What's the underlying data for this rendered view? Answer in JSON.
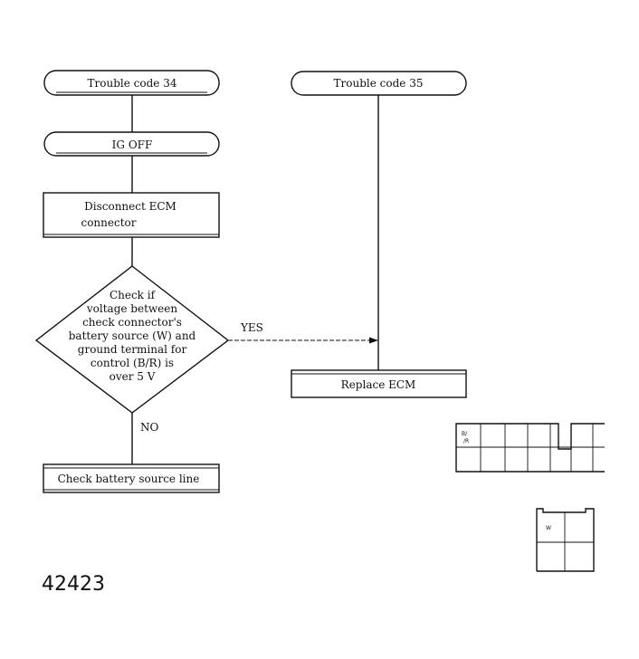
{
  "flowchart": {
    "start_34": "Trouble code 34",
    "start_35": "Trouble code 35",
    "ig_off": "IG OFF",
    "disconnect": [
      "Disconnect ECM",
      "connector"
    ],
    "decision": [
      "Check if",
      "voltage between",
      "check connector's",
      "battery source (W) and",
      "ground terminal for",
      "control (B/R) is",
      "over 5 V"
    ],
    "yes_label": "YES",
    "no_label": "NO",
    "replace_ecm": "Replace ECM",
    "check_battery": "Check battery source line"
  },
  "connector_labels": {
    "large_cell": [
      "B/",
      "/R"
    ],
    "small_cell": "W"
  },
  "figure_number": "42423"
}
